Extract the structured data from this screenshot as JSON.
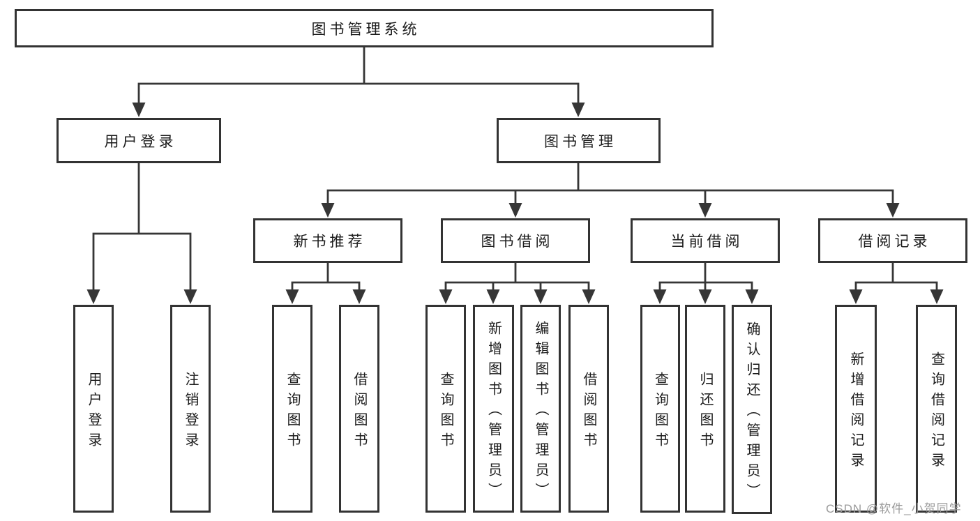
{
  "diagram": {
    "root": {
      "label": "图书管理系统"
    },
    "user_login": {
      "label": "用户登录",
      "children": [
        {
          "label": "用户登录"
        },
        {
          "label": "注销登录"
        }
      ]
    },
    "book_mgmt": {
      "label": "图书管理",
      "sections": [
        {
          "label": "新书推荐",
          "children": [
            {
              "label": "查询图书"
            },
            {
              "label": "借阅图书"
            }
          ]
        },
        {
          "label": "图书借阅",
          "children": [
            {
              "label": "查询图书"
            },
            {
              "label": "新增图书（管理员）"
            },
            {
              "label": "编辑图书（管理员）"
            },
            {
              "label": "借阅图书"
            }
          ]
        },
        {
          "label": "当前借阅",
          "children": [
            {
              "label": "查询图书"
            },
            {
              "label": "归还图书"
            },
            {
              "label": "确认归还（管理员）"
            }
          ]
        },
        {
          "label": "借阅记录",
          "children": [
            {
              "label": "新增借阅记录"
            },
            {
              "label": "查询借阅记录"
            }
          ]
        }
      ]
    },
    "watermark": "CSDN @软件_小贺同学",
    "colors": {
      "line": "#333333",
      "box_border": "#333333",
      "text": "#1c1c1c",
      "watermark": "#9b9b9b",
      "background": "#ffffff"
    }
  }
}
